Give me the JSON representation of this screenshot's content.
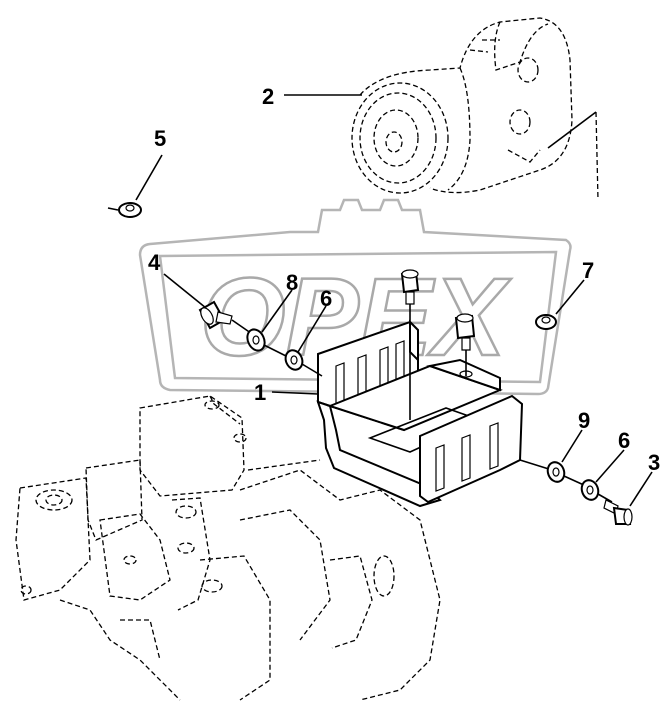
{
  "callouts": {
    "c1": "1",
    "c2": "2",
    "c3": "3",
    "c4": "4",
    "c5": "5",
    "c6a": "6",
    "c6b": "6",
    "c7": "7",
    "c8": "8",
    "c9": "9"
  },
  "watermark": {
    "text": "OPEX"
  },
  "colors": {
    "ink": "#000000",
    "watermark": "#b5b5b5",
    "background": "#ffffff"
  }
}
